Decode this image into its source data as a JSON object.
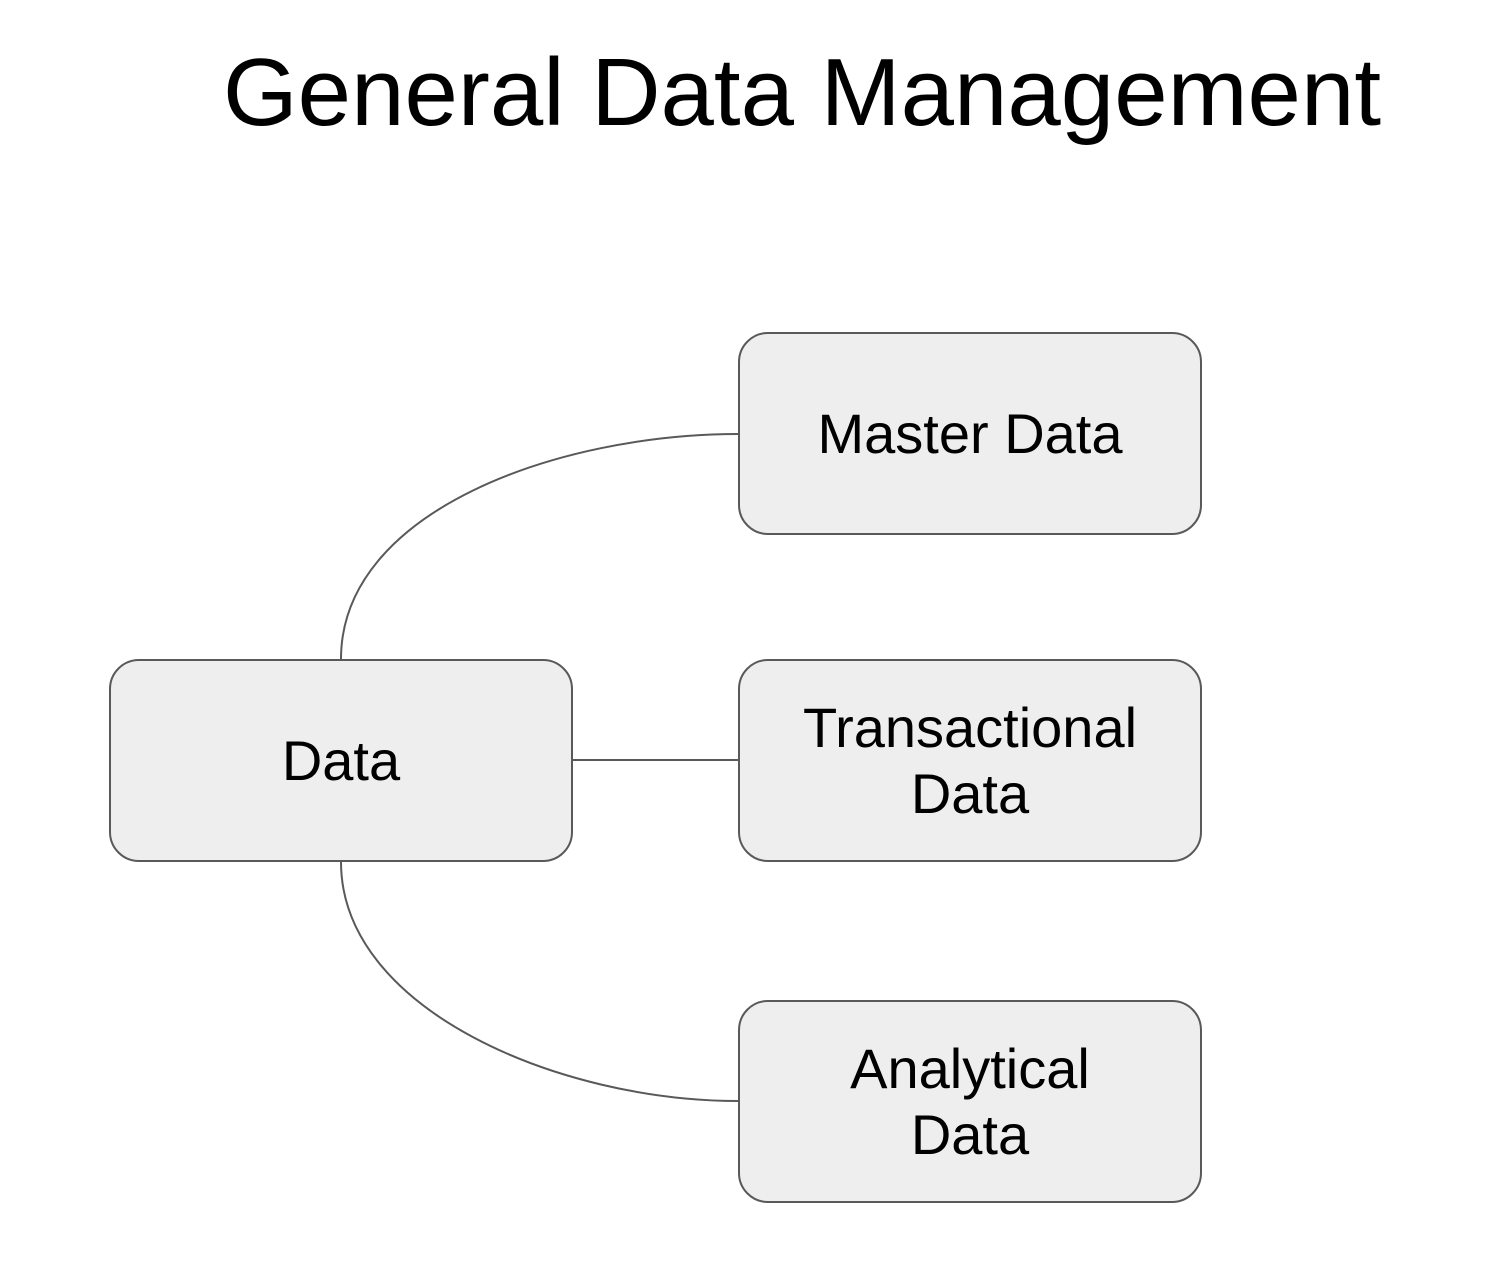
{
  "title": "General Data Management",
  "nodes": {
    "root": {
      "label": "Data"
    },
    "master": {
      "label": "Master Data"
    },
    "transactional": {
      "label": "Transactional Data"
    },
    "analytical": {
      "label": "Analytical Data"
    }
  },
  "edges": [
    {
      "from": "Data",
      "to": "Master Data"
    },
    {
      "from": "Data",
      "to": "Transactional Data"
    },
    {
      "from": "Data",
      "to": "Analytical Data"
    }
  ],
  "colors": {
    "node_fill": "#eeeeee",
    "node_border": "#595959",
    "connector": "#595959",
    "text": "#000000"
  }
}
